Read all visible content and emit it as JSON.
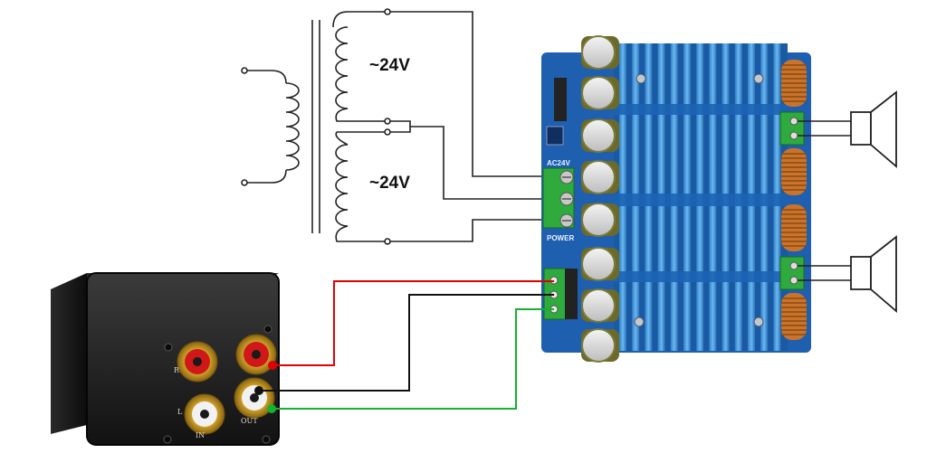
{
  "transformer": {
    "upper_voltage_label": "~24V",
    "lower_voltage_label": "~24V"
  },
  "amplifier_board": {
    "input_terminal_label": "AC24V",
    "power_label": "POWER"
  },
  "preamp": {
    "left_label": "L",
    "right_label": "R",
    "in_label": "IN",
    "out_label": "OUT"
  },
  "wire_colors": {
    "right_signal": "#e00000",
    "ground": "#111111",
    "left_signal": "#18b030",
    "transformer": "#222222"
  }
}
